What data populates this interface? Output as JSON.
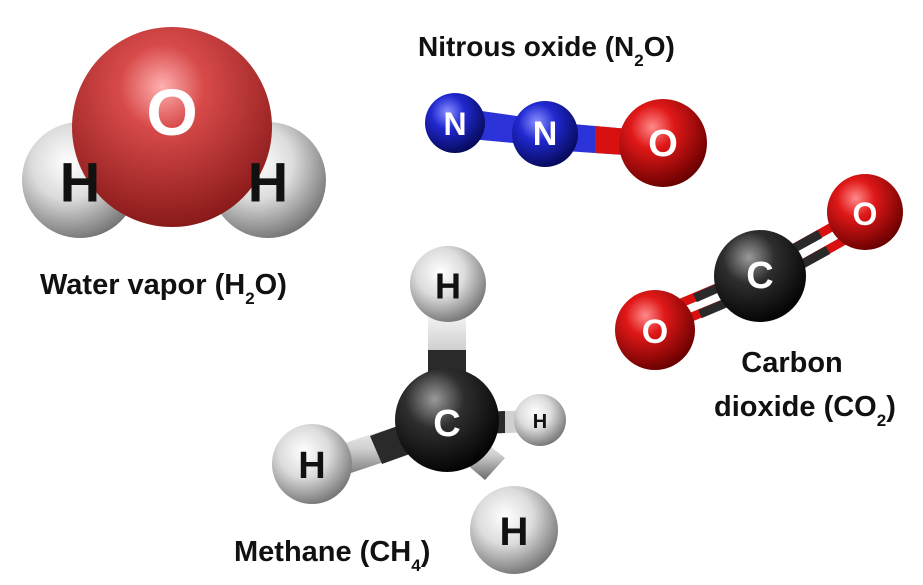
{
  "colors": {
    "oxygen": "#e01010",
    "hydrogen": "#d8d8d8",
    "nitrogen": "#1c22c8",
    "carbon": "#2a2a2a",
    "white_bond": "#e8e8e8"
  },
  "molecules": {
    "water": {
      "caption_main": "Water vapor (H",
      "caption_sub": "2",
      "caption_end": "O)",
      "atoms": [
        "O",
        "H",
        "H"
      ]
    },
    "nitrous_oxide": {
      "caption_main": "Nitrous oxide (N",
      "caption_sub": "2",
      "caption_end": "O)",
      "atoms": [
        "N",
        "N",
        "O"
      ]
    },
    "carbon_dioxide": {
      "caption_line1": "Carbon",
      "caption_line2_main": "dioxide (CO",
      "caption_line2_sub": "2",
      "caption_line2_end": ")",
      "atoms": [
        "C",
        "O",
        "O"
      ]
    },
    "methane": {
      "caption_main": "Methane (CH",
      "caption_sub": "4",
      "caption_end": ")",
      "atoms": [
        "C",
        "H",
        "H",
        "H",
        "H"
      ]
    }
  }
}
